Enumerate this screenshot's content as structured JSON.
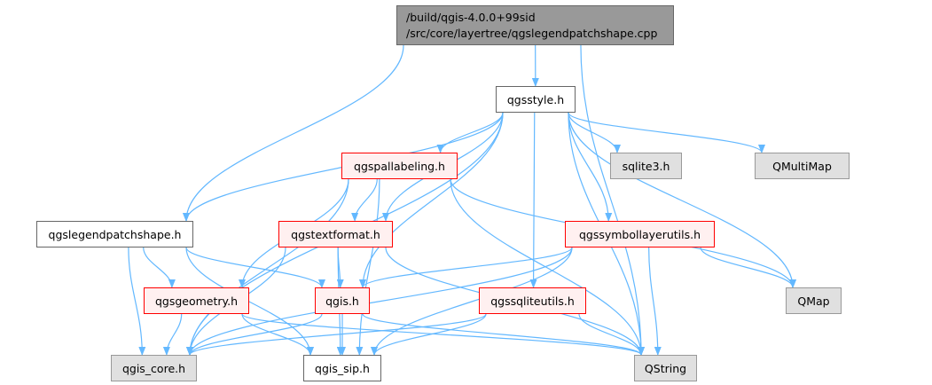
{
  "graph": {
    "root": {
      "line1": "/build/qgis-4.0.0+99sid",
      "line2": "/src/core/layertree/qgslegendpatchshape.cpp"
    },
    "nodes": {
      "qgsstyle": "qgsstyle.h",
      "qgspallabeling": "qgspallabeling.h",
      "sqlite3": "sqlite3.h",
      "qmultimap": "QMultiMap",
      "qgslegendpatchshape": "qgslegendpatchshape.h",
      "qgstextformat": "qgstextformat.h",
      "qgssymbollayerutils": "qgssymbollayerutils.h",
      "qgsgeometry": "qgsgeometry.h",
      "qgis": "qgis.h",
      "qgssqliteutils": "qgssqliteutils.h",
      "qmap": "QMap",
      "qgis_core": "qgis_core.h",
      "qgis_sip": "qgis_sip.h",
      "qstring": "QString"
    },
    "edges": [
      [
        "root",
        "qgsstyle"
      ],
      [
        "root",
        "qgslegendpatchshape"
      ],
      [
        "root",
        "qstring"
      ],
      [
        "qgsstyle",
        "qgspallabeling"
      ],
      [
        "qgsstyle",
        "sqlite3"
      ],
      [
        "qgsstyle",
        "qmultimap"
      ],
      [
        "qgsstyle",
        "qgslegendpatchshape"
      ],
      [
        "qgsstyle",
        "qgstextformat"
      ],
      [
        "qgsstyle",
        "qgssymbollayerutils"
      ],
      [
        "qgsstyle",
        "qgis"
      ],
      [
        "qgsstyle",
        "qgssqliteutils"
      ],
      [
        "qgsstyle",
        "qmap"
      ],
      [
        "qgsstyle",
        "qgis_core"
      ],
      [
        "qgsstyle",
        "qstring"
      ],
      [
        "qgspallabeling",
        "qgstextformat"
      ],
      [
        "qgspallabeling",
        "qgsgeometry"
      ],
      [
        "qgspallabeling",
        "qgis_sip"
      ],
      [
        "qgspallabeling",
        "qmap"
      ],
      [
        "qgspallabeling",
        "qstring"
      ],
      [
        "qgspallabeling",
        "qgis_core"
      ],
      [
        "qgslegendpatchshape",
        "qgsgeometry"
      ],
      [
        "qgslegendpatchshape",
        "qgis"
      ],
      [
        "qgslegendpatchshape",
        "qgis_core"
      ],
      [
        "qgslegendpatchshape",
        "qgis_sip"
      ],
      [
        "qgstextformat",
        "qgis"
      ],
      [
        "qgstextformat",
        "qgis_sip"
      ],
      [
        "qgstextformat",
        "qgis_core"
      ],
      [
        "qgstextformat",
        "qstring"
      ],
      [
        "qgssymbollayerutils",
        "qgis"
      ],
      [
        "qgssymbollayerutils",
        "qmap"
      ],
      [
        "qgssymbollayerutils",
        "qstring"
      ],
      [
        "qgssymbollayerutils",
        "qgis_sip"
      ],
      [
        "qgssymbollayerutils",
        "qgis_core"
      ],
      [
        "qgsgeometry",
        "qgis_core"
      ],
      [
        "qgsgeometry",
        "qgis_sip"
      ],
      [
        "qgsgeometry",
        "qstring"
      ],
      [
        "qgis",
        "qgis_core"
      ],
      [
        "qgis",
        "qgis_sip"
      ],
      [
        "qgis",
        "qstring"
      ],
      [
        "qgssqliteutils",
        "qgis_core"
      ],
      [
        "qgssqliteutils",
        "qgis_sip"
      ],
      [
        "qgssqliteutils",
        "qstring"
      ]
    ],
    "edge_color": "#63b8ff"
  }
}
